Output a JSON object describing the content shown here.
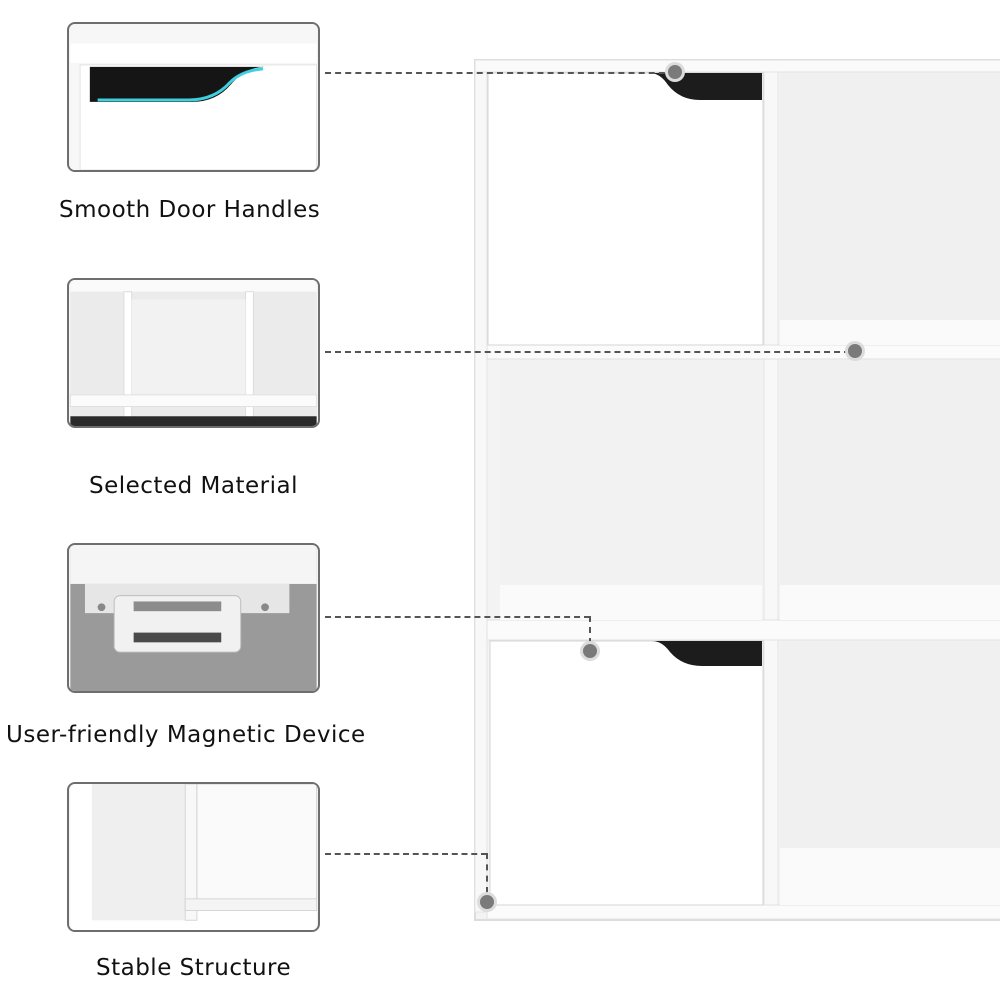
{
  "features": [
    {
      "id": "handles",
      "label": "Smooth Door Handles",
      "icon": "door-handle-closeup"
    },
    {
      "id": "material",
      "label": "Selected Material",
      "icon": "cubby-shelf-closeup"
    },
    {
      "id": "magnetic",
      "label": "User-friendly  Magnetic Device",
      "icon": "magnetic-catch-closeup"
    },
    {
      "id": "structure",
      "label": "Stable Structure",
      "icon": "panel-corner-closeup"
    }
  ],
  "colors": {
    "panel_border": "#6e6e6e",
    "connector": "#555555",
    "marker": "#7a7a7a",
    "handle_glow": "#3fd0e0"
  }
}
